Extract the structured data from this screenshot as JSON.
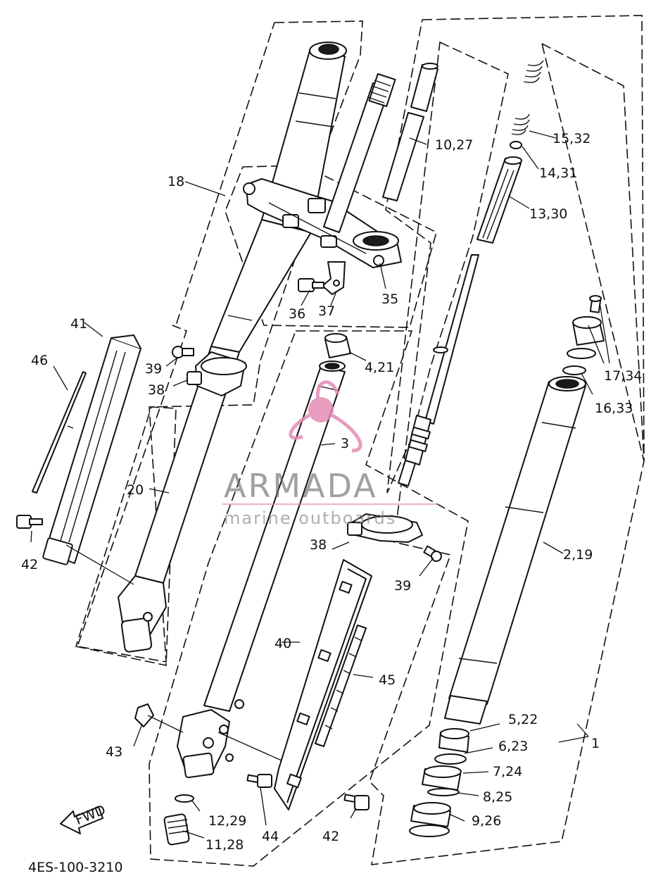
{
  "diagram_code": "4ES-100-3210",
  "direction_tag": "FWD",
  "watermark": {
    "brand": "ARMADA",
    "tagline": "marine outboards",
    "logo_color": "#e38bb6"
  },
  "callouts": {
    "l1": "1",
    "l2_19": "2,19",
    "l3": "3",
    "l4_21": "4,21",
    "l5_22": "5,22",
    "l6_23": "6,23",
    "l7_24": "7,24",
    "l8_25": "8,25",
    "l9_26": "9,26",
    "l10_27": "10,27",
    "l11_28": "11,28",
    "l12_29": "12,29",
    "l13_30": "13,30",
    "l14_31": "14,31",
    "l15_32": "15,32",
    "l16_33": "16,33",
    "l17_34": "17,34",
    "l18": "18",
    "l20": "20",
    "l35": "35",
    "l36": "36",
    "l37": "37",
    "l38a": "38",
    "l38b": "38",
    "l39a": "39",
    "l39b": "39",
    "l40": "40",
    "l41": "41",
    "l42a": "42",
    "l42b": "42",
    "l43": "43",
    "l44": "44",
    "l45": "45",
    "l46": "46"
  }
}
